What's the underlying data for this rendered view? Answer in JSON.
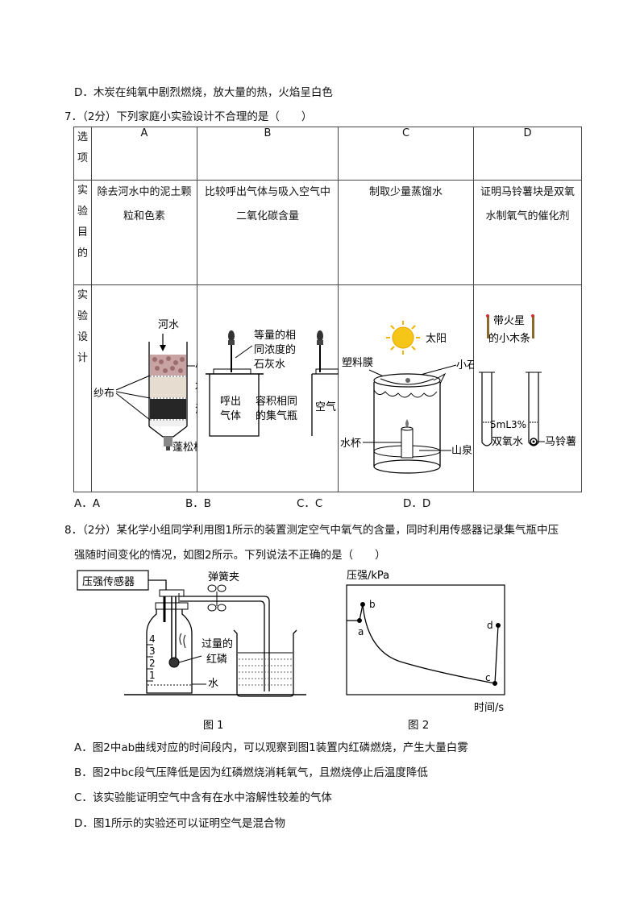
{
  "q6": {
    "option_d": "D．木炭在纯氧中剧烈燃烧，放大量的热，火焰呈白色"
  },
  "q7": {
    "stem": "7．（2分）下列家庭小实验设计不合理的是（　　）",
    "table": {
      "row_headers": [
        [
          "选",
          "项"
        ],
        [
          "实",
          "验",
          "目",
          "的"
        ],
        [
          "实",
          "验",
          "设",
          "计"
        ]
      ],
      "columns": [
        "A",
        "B",
        "C",
        "D"
      ],
      "purposes": [
        [
          "除去河水中的泥土颗",
          "粒和色素"
        ],
        [
          "比较呼出气体与吸入空气中",
          "二氧化碳含量"
        ],
        [
          "制取少量蒸馏水",
          ""
        ],
        [
          "证明马铃薯块是双氧",
          "水制氧气的催化剂"
        ]
      ],
      "figure_labels": {
        "a_river": "河水",
        "a_cloth": "纱布",
        "a_pebble": "小卵",
        "a_quartz": "石英",
        "a_carbon": "活性",
        "a_cotton": "蓬松棉",
        "b_equal": [
          "等量的相",
          "同浓度的",
          "石灰水"
        ],
        "b_exhaled": [
          "呼出",
          "气体"
        ],
        "b_volume": [
          "容积相同",
          "的集气瓶"
        ],
        "b_air": "空气",
        "c_sun": "太阳",
        "c_film": "塑料膜",
        "c_stone": "小石",
        "c_cup": "水杯",
        "c_spring": "山泉",
        "d_splint": [
          "带火星",
          "的小木条"
        ],
        "d_h2o2": [
          "5mL3%",
          "双氧水"
        ],
        "d_potato": "马铃薯"
      }
    },
    "choices": [
      "A．A",
      "B．B",
      "C．C",
      "D．D"
    ]
  },
  "q8": {
    "stem_line1": "8．（2分）某化学小组同学利用图1所示的装置测定空气中氧气的含量，同时利用传感器记录集气瓶中压",
    "stem_line2": "强随时间变化的情况，如图2所示。下列说法不正确的是（　　）",
    "fig1": {
      "sensor": "压强传感器",
      "clamp": "弹簧夹",
      "phosphorus": [
        "过量的",
        "红磷"
      ],
      "water": "水",
      "marks": [
        "4",
        "3",
        "2",
        "1"
      ],
      "caption": "图 1"
    },
    "fig2": {
      "ylabel": "压强/kPa",
      "xlabel": "时间/s",
      "points": [
        "a",
        "b",
        "c",
        "d"
      ],
      "caption": "图 2"
    },
    "options": [
      "A．图2中ab曲线对应的时间段内，可以观察到图1装置内红磷燃烧，产生大量白雾",
      "B．图2中bc段气压降低是因为红磷燃烧消耗氧气，且燃烧停止后温度降低",
      "C．该实验能证明空气中含有在水中溶解性较差的气体",
      "D．图1所示的实验还可以证明空气是混合物"
    ]
  }
}
